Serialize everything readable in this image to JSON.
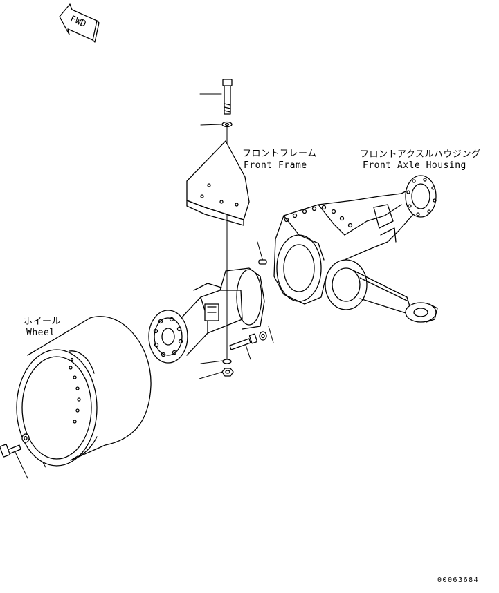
{
  "fwd_label": "FWD",
  "labels": {
    "front_frame_jp": "フロントフレーム",
    "front_frame_en": "Front Frame",
    "front_axle_jp": "フロントアクスルハウジング",
    "front_axle_en": "Front Axle Housing",
    "wheel_jp": "ホイール",
    "wheel_en": "Wheel"
  },
  "drawing_code": "00063684",
  "colors": {
    "line": "#000000",
    "background": "#ffffff"
  }
}
